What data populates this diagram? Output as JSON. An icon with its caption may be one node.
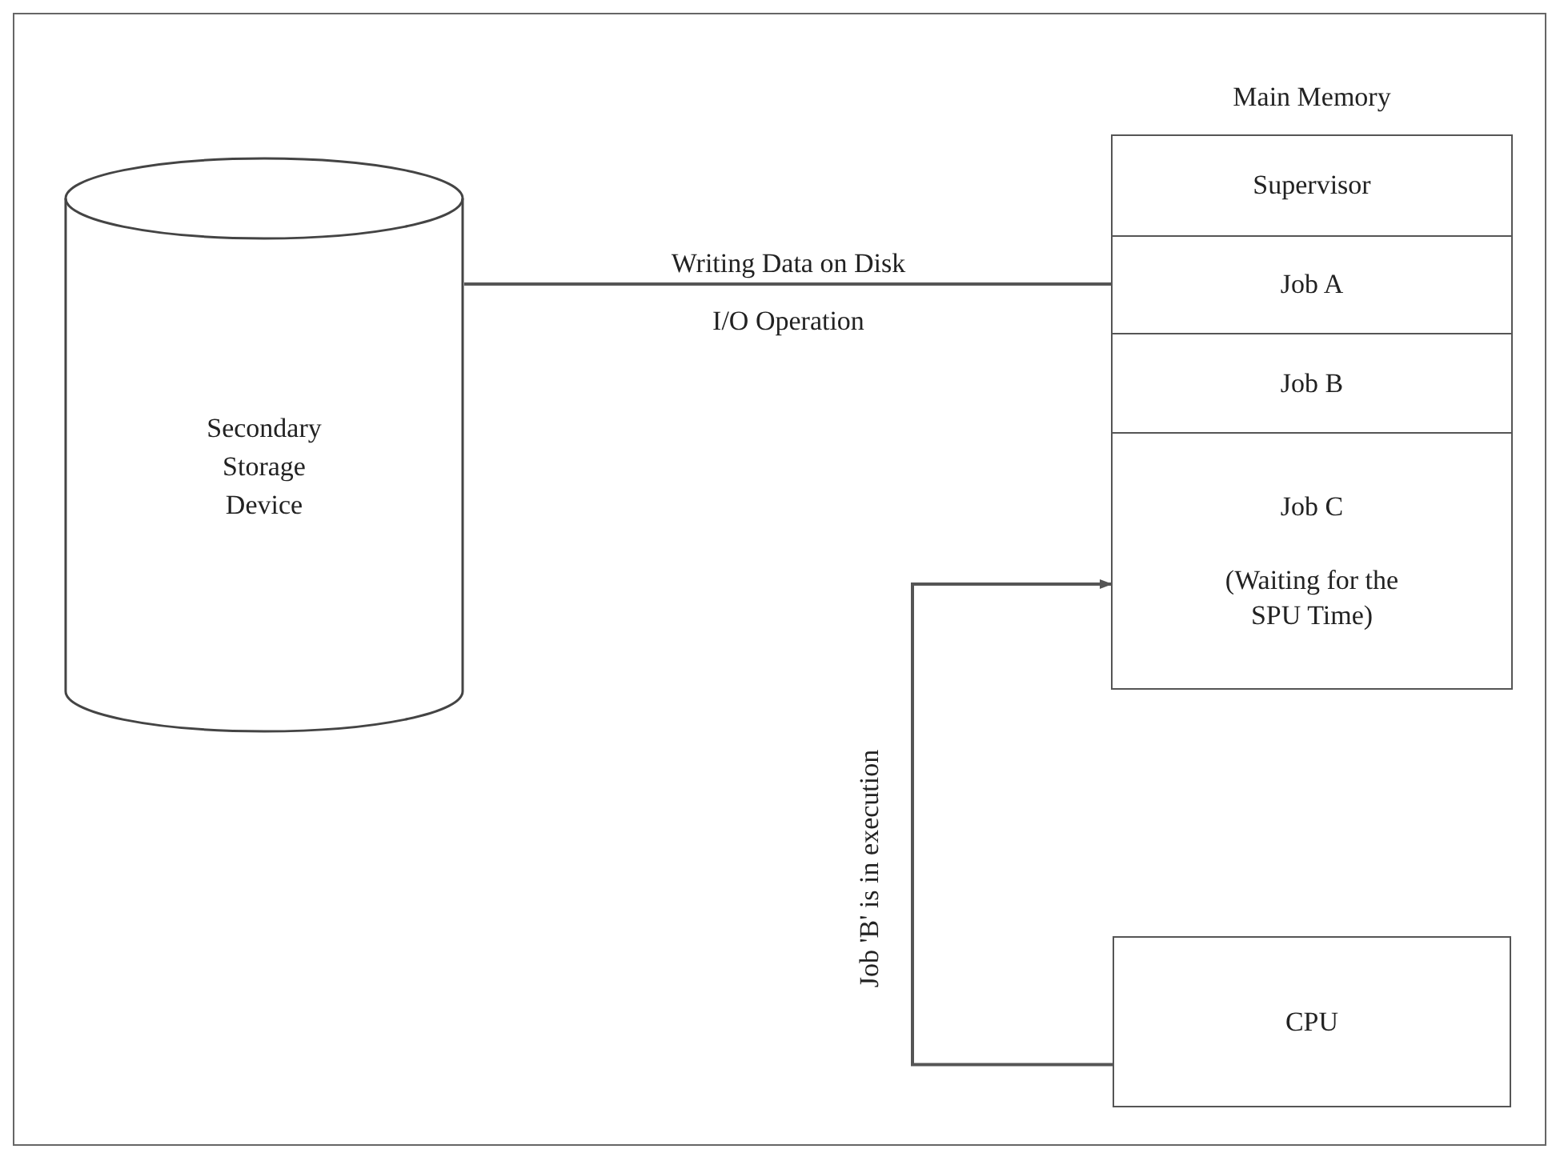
{
  "diagram": {
    "nodes": [
      {
        "text": [
          "Secondary Storage Device"
        ]
      },
      {
        "text": [
          "Main Memory"
        ]
      },
      {
        "text": [
          "Supervisor"
        ],
        "in": 1
      },
      {
        "text": [
          "Job A"
        ],
        "in": 1
      },
      {
        "text": [
          "Job B"
        ],
        "in": 1
      },
      {
        "text": [
          "Job C",
          "(Waiting for the SPU Time)"
        ],
        "in": 1
      },
      {
        "text": [
          "CPU"
        ]
      }
    ],
    "edges": [
      {
        "from": 0,
        "to": 3,
        "arrow": "none",
        "label": "Writing Data on Disk"
      },
      {
        "from": 6,
        "to": 5,
        "arrow": "to",
        "label": "Job 'B' is in execution"
      }
    ],
    "labels": [
      "I/O Operation"
    ]
  }
}
